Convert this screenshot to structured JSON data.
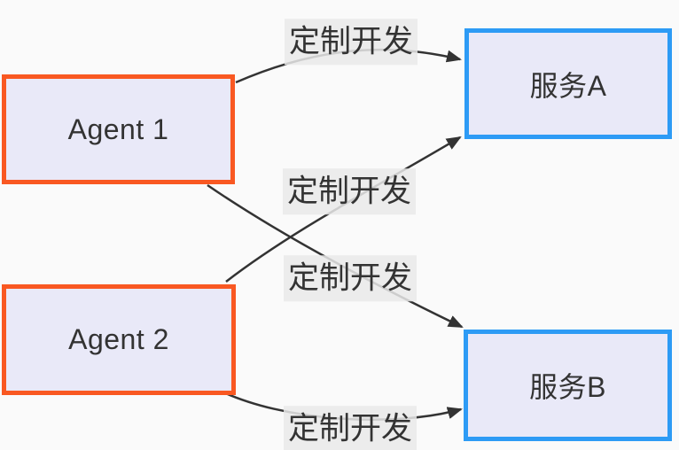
{
  "diagram": {
    "type": "flowchart",
    "background": "#FAFAFA",
    "colors": {
      "node_fill": "#E9E9F8",
      "agent_border": "#F95822",
      "service_border": "#2D9BF5",
      "edge_line": "#333333",
      "edge_label_bg": "#E9E9E9",
      "text": "#333333"
    },
    "nodes": [
      {
        "id": "agent1",
        "label": "Agent 1",
        "type": "agent"
      },
      {
        "id": "agent2",
        "label": "Agent 2",
        "type": "agent"
      },
      {
        "id": "serviceA",
        "label": "服务A",
        "type": "service"
      },
      {
        "id": "serviceB",
        "label": "服务B",
        "type": "service"
      }
    ],
    "edges": [
      {
        "from": "Agent 1",
        "to": "服务A",
        "label": "定制开发",
        "arrow": "arrowhead-icon"
      },
      {
        "from": "Agent 2",
        "to": "服务A",
        "label": "定制开发",
        "arrow": "arrowhead-icon"
      },
      {
        "from": "Agent 1",
        "to": "服务B",
        "label": "定制开发",
        "arrow": "arrowhead-icon"
      },
      {
        "from": "Agent 2",
        "to": "服务B",
        "label": "定制开发",
        "arrow": "arrowhead-icon"
      }
    ]
  }
}
